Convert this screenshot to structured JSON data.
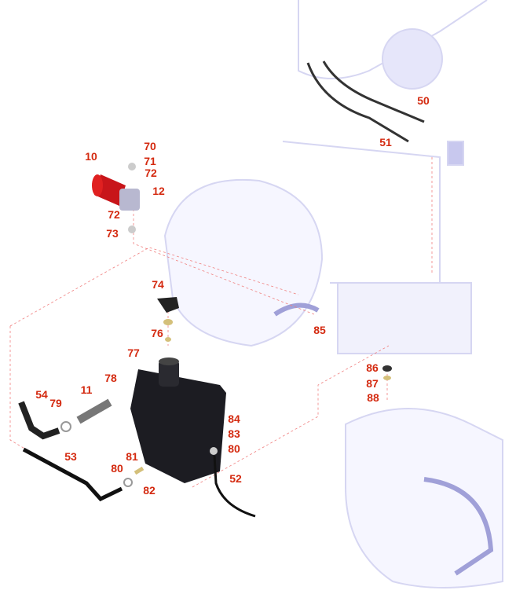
{
  "diagram": {
    "colors": {
      "callout": "#d42a10",
      "filter": "#c8151a",
      "tank": "#1c1c22",
      "machine": "#dcdcf5",
      "leader": "#f08080"
    },
    "callouts": [
      {
        "id": "50",
        "label": "50"
      },
      {
        "id": "51",
        "label": "51"
      },
      {
        "id": "10",
        "label": "10"
      },
      {
        "id": "70",
        "label": "70"
      },
      {
        "id": "71",
        "label": "71"
      },
      {
        "id": "72a",
        "label": "72"
      },
      {
        "id": "12",
        "label": "12"
      },
      {
        "id": "72b",
        "label": "72"
      },
      {
        "id": "73",
        "label": "73"
      },
      {
        "id": "74",
        "label": "74"
      },
      {
        "id": "76",
        "label": "76"
      },
      {
        "id": "85",
        "label": "85"
      },
      {
        "id": "77",
        "label": "77"
      },
      {
        "id": "78",
        "label": "78"
      },
      {
        "id": "11",
        "label": "11"
      },
      {
        "id": "54",
        "label": "54"
      },
      {
        "id": "79",
        "label": "79"
      },
      {
        "id": "53",
        "label": "53"
      },
      {
        "id": "86",
        "label": "86"
      },
      {
        "id": "87",
        "label": "87"
      },
      {
        "id": "88",
        "label": "88"
      },
      {
        "id": "84",
        "label": "84"
      },
      {
        "id": "83",
        "label": "83"
      },
      {
        "id": "80a",
        "label": "80"
      },
      {
        "id": "81",
        "label": "81"
      },
      {
        "id": "80b",
        "label": "80"
      },
      {
        "id": "82",
        "label": "82"
      },
      {
        "id": "52",
        "label": "52"
      }
    ]
  }
}
